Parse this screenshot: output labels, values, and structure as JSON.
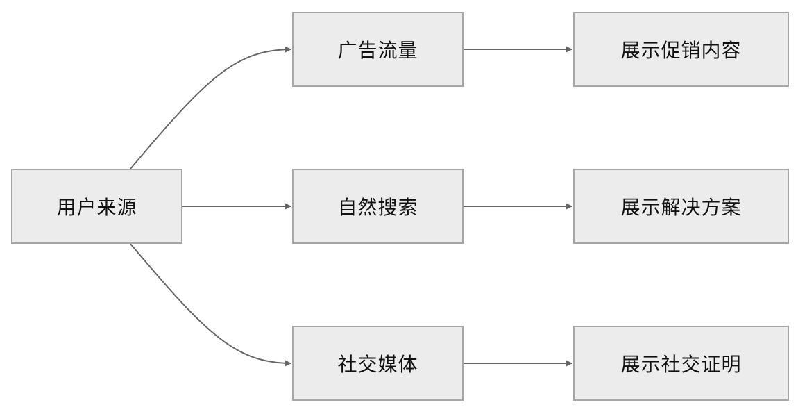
{
  "nodes": {
    "source": "用户来源",
    "ads": "广告流量",
    "search": "自然搜索",
    "social": "社交媒体",
    "promo": "展示促销内容",
    "solution": "展示解决方案",
    "proof": "展示社交证明"
  },
  "edges": [
    {
      "from": "source",
      "to": "ads"
    },
    {
      "from": "source",
      "to": "search"
    },
    {
      "from": "source",
      "to": "social"
    },
    {
      "from": "ads",
      "to": "promo"
    },
    {
      "from": "search",
      "to": "solution"
    },
    {
      "from": "social",
      "to": "proof"
    }
  ],
  "colors": {
    "node_fill": "#ececec",
    "node_border": "#a6a6a6",
    "edge": "#666666",
    "text": "#111111"
  }
}
